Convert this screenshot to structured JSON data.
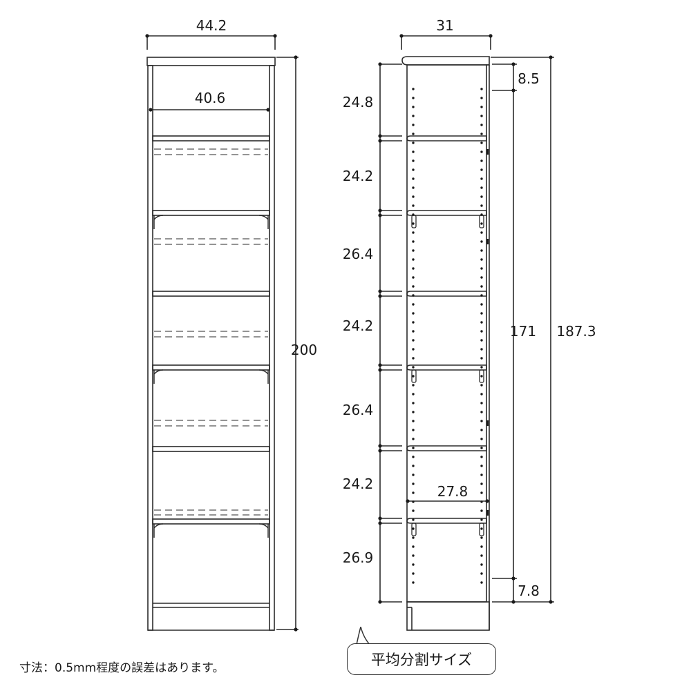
{
  "front_view": {
    "overall_width": "44.2",
    "inner_width": "40.6",
    "overall_height": "200"
  },
  "side_view": {
    "depth": "31",
    "shelf_depth": "27.8",
    "top_offset": "8.5",
    "adjustable_range": "171",
    "side_panel_height": "187.3",
    "bottom_offset": "7.8",
    "spacing_segments": [
      "24.8",
      "24.2",
      "26.4",
      "24.2",
      "26.4",
      "24.2",
      "26.9"
    ]
  },
  "notes": {
    "tolerance": "寸法：0.5mm程度の誤差はあります。",
    "callout": "平均分割サイズ"
  },
  "colors": {
    "line": "#2b2b2b",
    "dashed": "#555555"
  }
}
